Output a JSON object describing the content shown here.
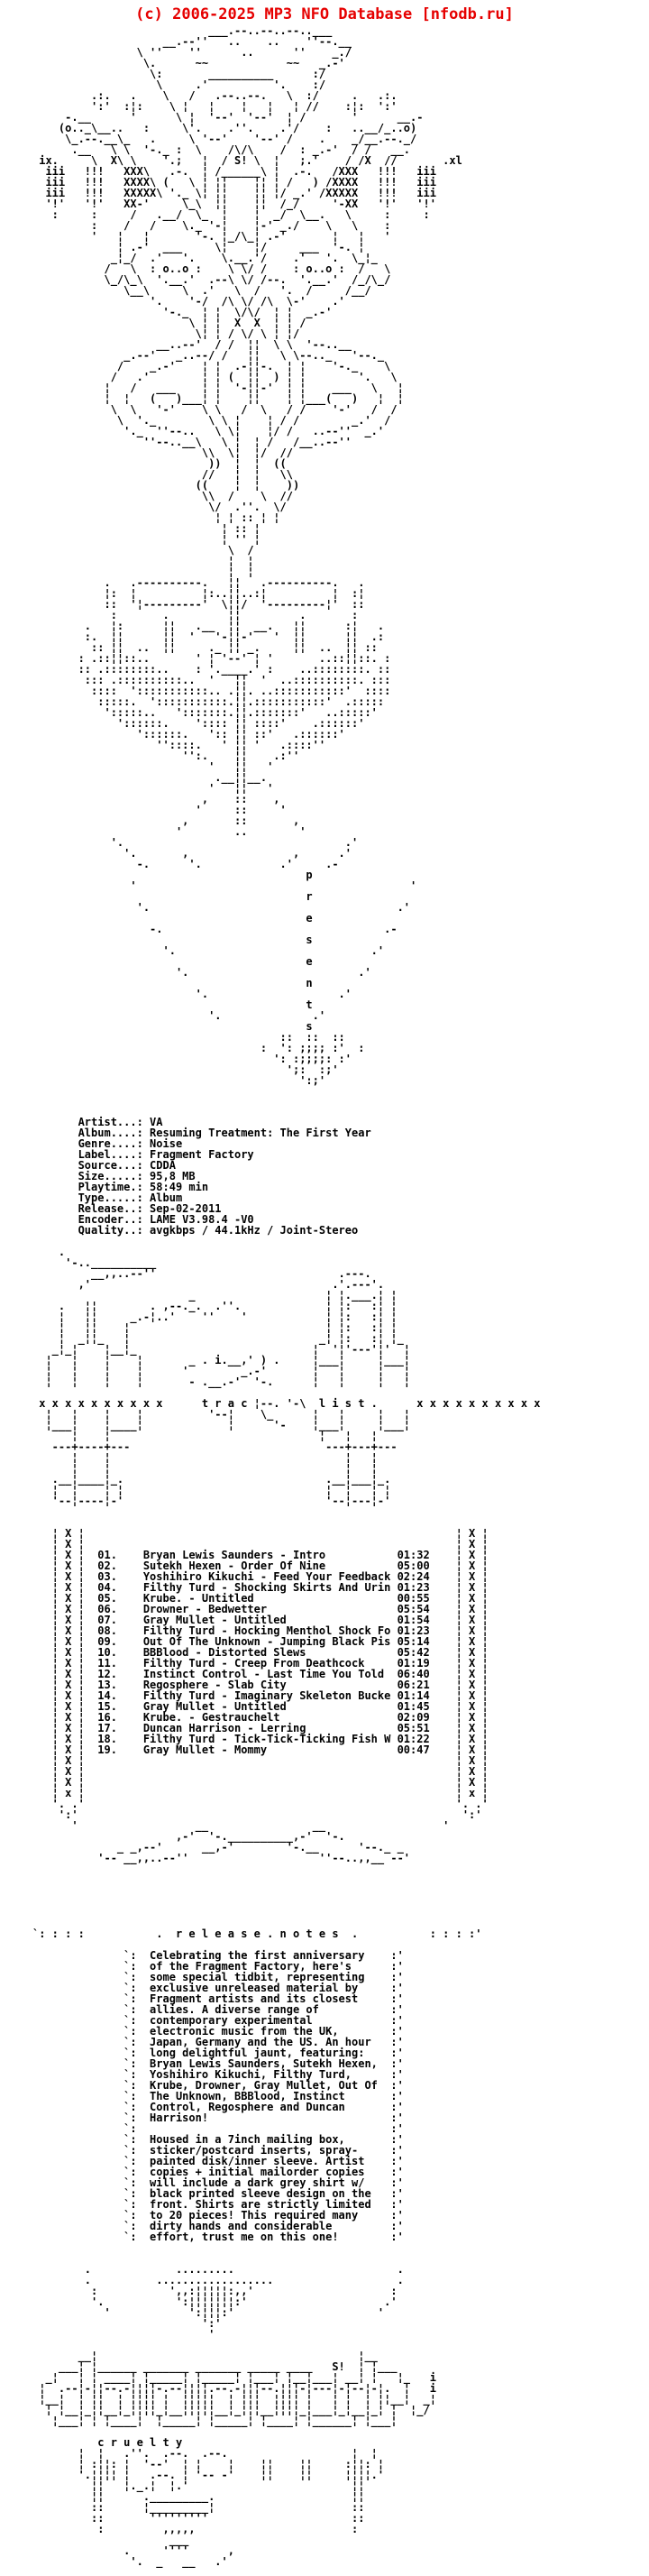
{
  "page": {
    "background": "#ffffff",
    "text_color": "#000000",
    "accent_red": "#e60000"
  },
  "header": {
    "copyright": "(c) 2006-2025 MP3 NFO Database [nfodb.ru]"
  },
  "release_info": {
    "fields": [
      {
        "label": "Artist",
        "value": "VA"
      },
      {
        "label": "Album",
        "value": "Resuming Treatment: The First Year"
      },
      {
        "label": "Genre",
        "value": "Noise"
      },
      {
        "label": "Label",
        "value": "Fragment Factory"
      },
      {
        "label": "Source",
        "value": "CDDA"
      },
      {
        "label": "Size",
        "value": "95,8 MB"
      },
      {
        "label": "Playtime",
        "value": "58:49 min"
      },
      {
        "label": "Type",
        "value": "Album"
      },
      {
        "label": "Release",
        "value": "Sep-02-2011"
      },
      {
        "label": "Encoder",
        "value": "LAME V3.98.4 -V0"
      },
      {
        "label": "Quality",
        "value": "avgkbps / 44.1kHz / Joint-Stereo"
      }
    ]
  },
  "tracklist": {
    "heading_left": "t r a c",
    "heading_right": "l i s t .",
    "x_row": "x x x x x x x x x x",
    "tracks": [
      {
        "num": "01",
        "title": "Bryan Lewis Saunders - Intro",
        "duration": "01:32"
      },
      {
        "num": "02",
        "title": "Sutekh Hexen - Order Of Nine",
        "duration": "05:00"
      },
      {
        "num": "03",
        "title": "Yoshihiro Kikuchi - Feed Your Feedback",
        "duration": "02:24"
      },
      {
        "num": "04",
        "title": "Filthy Turd - Shocking Skirts And Urin",
        "duration": "01:23"
      },
      {
        "num": "05",
        "title": "Krube. - Untitled",
        "duration": "00:55"
      },
      {
        "num": "06",
        "title": "Drowner - Bedwetter",
        "duration": "05:54"
      },
      {
        "num": "07",
        "title": "Gray Mullet - Untitled",
        "duration": "01:54"
      },
      {
        "num": "08",
        "title": "Filthy Turd - Hocking Menthol Shock Fo",
        "duration": "01:23"
      },
      {
        "num": "09",
        "title": "Out Of The Unknown - Jumping Black Pis",
        "duration": "05:14"
      },
      {
        "num": "10",
        "title": "BBBlood - Distorted Slews",
        "duration": "05:42"
      },
      {
        "num": "11",
        "title": "Filthy Turd - Creep From Deathcock",
        "duration": "01:19"
      },
      {
        "num": "12",
        "title": "Instinct Control - Last Time You Told",
        "duration": "06:40"
      },
      {
        "num": "13",
        "title": "Regosphere - Slab City",
        "duration": "06:21"
      },
      {
        "num": "14",
        "title": "Filthy Turd - Imaginary Skeleton Bucke",
        "duration": "01:14"
      },
      {
        "num": "15",
        "title": "Gray Mullet - Untitled",
        "duration": "01:45"
      },
      {
        "num": "16",
        "title": "Krube. - Gestrauchelt",
        "duration": "02:09"
      },
      {
        "num": "17",
        "title": "Duncan Harrison - Lerring",
        "duration": "05:51"
      },
      {
        "num": "18",
        "title": "Filthy Turd - Tick-Tick-Ticking Fish W",
        "duration": "01:22"
      },
      {
        "num": "19",
        "title": "Gray Mullet - Mommy",
        "duration": "00:47"
      }
    ]
  },
  "release_notes": {
    "heading": ".  r e l e a s e . n o t e s  .",
    "paragraphs": [
      [
        "Celebrating the first anniversary",
        "of the Fragment Factory, here's",
        "some special tidbit, representing",
        "exclusive unreleased material by",
        "Fragment artists and its closest",
        "allies. A diverse range of",
        "contemporary experimental",
        "electronic music from the UK,",
        "Japan, Germany and the US. An hour",
        "long delightful jaunt, featuring:",
        "Bryan Lewis Saunders, Sutekh Hexen,",
        "Yoshihiro Kikuchi, Filthy Turd,",
        "Krube, Drowner, Gray Mullet, Out Of",
        "The Unknown, BBBlood, Instinct",
        "Control, Regosphere and Duncan",
        "Harrison!"
      ],
      [
        "Housed in a 7inch mailing box,",
        "sticker/postcard inserts, spray-",
        "painted disk/inner sleeve. Artist",
        "copies + initial mailorder copies",
        "will include a dark grey shirt w/",
        "black printed sleeve design on the",
        "front. Shirts are strictly limited",
        "to 20 pieces! This required many",
        "dirty hands and considerable",
        "effort, trust me on this one!"
      ]
    ]
  },
  "footer": {
    "group_tag": "S!",
    "word": "c r u e l t y"
  },
  "art": {
    "top": [
      "                           ___.--..--..--..___",
      "                    __.--''   ..    ..    ''--.__",
      "                \\ ''    ''      ..      ''    _./",
      "                 \\.      ~~            ~~   _.-'",
      "                  \\:       __________      :/",
      "                   \\     .'          '.    :/",
      "         .:.   .    \\   /   .--..--.   \\  :/     .   .:.",
      "         ':'  :¦:    \\ ¦   ¦    ¦   ¦   ¦ //    :¦:  ':'",
      "     -.__      '      \\ ¦  '--'  '--'  ¦ /       '      __.-",
      "    (o.._\\__..   :     \\'.    .''.    .'/    :   ..__/_..o)",
      "     \\_.--.__\\_   .     \\ '--'    '--' /    .    _/__.--._/",
      "      .__   \\ \\  '-._ :  \\    /\\/\\    /  : _.-'  / /   __.",
      " ix.     \\  X\\ \\    '.;   ¦  / S! \\  ¦   ;.'    / /X  //       .xl",
      "  iii   !!!   XXX\\   .-.  ¦ /______\\ ¦  .-.   /XXX   !!!   iii",
      "  iii   !!!   XXXX\\ (   \\ ¦ ¦¦    ¦¦ ¦ /   ) /XXXX   !!!   iii",
      "  iii   !!!   XXXXX\\ '._ \\¦ ¦¦    ¦¦ ¦/ _.' /XXXXX   !!!   iii",
      "  '!'   '!'   XX-'     \\_\\  ¦¦    ¦¦  /_/     '-XX   '!'   '!'",
      "   :     :     /   .__/  \\_  ¦    ¦  _/  \\__.   \\     :     :",
      "         :    /   /    \\._ '-¦    ¦-' _./    \\   \\    :",
      "         '   ¦   ¦       '-. ¦_/\\_¦ .-'       ¦   ¦   '",
      "             ¦ .-'  ___     \\¦    ¦/     ___  '-. ¦",
      "            _¦_/  .'   '.    \\.__.'/    .'   '.  \\_¦_",
      "           /   \\  : o..o :    \\ \\/ /    : o..o :  /   \\",
      "           \\_/\\_\\  '.__.'  .--\\ \\/ /--.  '.__.'  /_/\\_/",
      "              \\__\\     \\  .'   \\  /   '.  /     /__/",
      "                  '.    '-/  /\\ \\/ /\\  \\-'    .'",
      "                    '-._  ¦ ¦  \\/\\/  ¦ ¦  _.-'",
      "                        \\ ¦ ¦  X  X  ¦ ¦ /",
      "                         \\¦ ¦ / \\/ \\ ¦ ¦/",
      "                   __..--'  / /  ¦¦  \\ \\  '--..__",
      "              _.--'   _..--/ /   ¦¦   \\ \\--.._   '--._",
      "             /    _.-'    ¦ ¦  .-¦¦-.  ¦ ¦    '-._    \\",
      "            /   .'        ¦ ¦ (  ¦¦  ) ¦ ¦        '.   \\",
      "           ¦   /   ___    ¦ ¦  '-¦¦-'  ¦ ¦    ___   \\   ¦",
      "           ¦  ¦   (   )___¦ ¦    ¦¦    ¦ ¦___(   )   ¦  ¦",
      "            \\  \\   '-'    \\ \\   /  \\   / /    '-'   /  /",
      "             \\  '._        \\ \\ ¦    ¦ / /        _.'  /",
      "              '._  ''--..   \\ \\¦    ¦/ /   ..--''  _.'",
      "                 ''--..__\\   \\ ¦  ¦ /   /__..--''",
      "                          \\\\  \\¦  ¦/  //",
      "                           ))  ¦  ¦  ((",
      "                          //   ¦  ¦   \\\\",
      "                         ((    ¦  ¦    ))",
      "                          \\\\  /    \\  //",
      "                           \\/  .''.  \\/",
      "                            ¦ ¦ :: ¦ ¦",
      "                             ¦ :: ¦",
      "                             ¦ '' ¦",
      "                              \\  /",
      "                              ¦  ¦",
      "                              ¦  ¦",
      "           .   .----------.   ¦¦   .----------.   .",
      "           ¦:  ¦          ¦:..¦¦..:¦          ¦  :¦",
      "           ::  '¦---------'  \\¦¦/  '---------¦'  ::",
      "            :       .         ¦¦         .       :",
      "        .   ¦:      ¦¦   .__  ¦¦  __.   ¦¦      :¦   .",
      "        :.  ¦¦      ¦¦  '   '-¦¦-'   '  ¦¦      ¦¦  .:",
      "         :: ¦¦  ..  ¦¦     ._ ¦¦ _.     ¦¦  ..  ¦¦ ::",
      "       : .::¦¦::..       ' ¦ '--' ¦ '       ..::¦¦::. :",
      "       :: .::::::::..    : '.____.' :    ..::::::::. ::",
      "        ::: .::::::::::..  '   ¦¦  '  ..::::::::::. :::",
      "         ::::  ':::::::::::.. .¦¦. ..:::::::::::'  ::::",
      "          :::::.  ':::::::::::.¦¦.:::::::::::'  .:::::",
      "           ':::::..   ':::::::.¦¦.:::::::'   ..:::::'",
      "             '::::::.    ':::: ¦¦ ::::'    .::::::'",
      "                '::::::.   ':: ¦¦ ::'   .::::::'",
      "                   ''::::.   ' ¦¦ '   .::::''",
      "                       '':.    ¦¦    .:''",
      "                           '   ¦¦   '",
      "                            .__¦¦__.",
      "                           '   ¦¦   '",
      "                          ,    ::    ,",
      "                         '     ::     '",
      "                       ,       ::       ,",
      "                      '        ..        '",
      "            '.                                  .'",
      "              '.       ,                ,      .'",
      "                -.      '.            .'     .-",
      "                                          p",
      "               '                                          '",
      "                                          r",
      "                '.                                      .'",
      "                                          e",
      "                  -.                                  .-",
      "                                          s",
      "                    '.                              .'",
      "                                          e",
      "                      '.                          .'",
      "                                          n",
      "                         '.                    .'",
      "                                          t",
      "                           '.              .'",
      "                                          s",
      "                                      ::  ::  ::",
      "                                   :  ': ;;;; :'  :",
      "                                     ': :;;;;: :'",
      "                                       ';:  :;'",
      "                                         ':;'"
    ],
    "tracklist_top_a": [
      "    .",
      "     '-..__________",
      "         __,,..--''                            .---.",
      "       ,'                                     .'.---'.",
      "                        _                    ¦ ¦.___.¦ ¦",
      "    .   ¦¦        . ,--._.  .''.             ¦ ¦:   :¦ ¦",
      "    ¦   ¦¦     _.-¦..'    ''    '            ¦ ¦:   :¦ ¦",
      "    ¦   ¦¦    ¦                              ¦ ¦:   :¦ ¦",
      "    ¦  _¦¦_   ¦                             _¦ ¦:   :¦ ¦_",
      "   _¦_¦    ¦__¦_                           ¦  '¦'---'¦'  ¦",
      "  ¦   ¦    ¦    ¦       _ . i.__,' ) .     ¦___¦     ¦___¦",
      "  ¦   ¦    ¦    ¦      '        _.-'       ¦   ¦     ¦   ¦",
      "  ¦   ¦    ¦    ¦       - .__.-'  '-.      ¦   ¦     ¦   ¦",
      ""
    ],
    "tracklist_top_b": [
      "  ¦   ¦    ¦    ¦          '--¦    \\_      ¦   ¦     ¦   ¦",
      "  ¦___¦    ¦____¦             ¦      '-    ¦___¦     ¦___¦",
      "      ¦    ¦                                ¦   ¦   ¦",
      "   ---+----+---                              ---+---+---",
      "      ¦    ¦                                    ¦   ¦",
      "      ¦    ¦                                    ¦   ¦",
      "   .__¦____¦_.                               .__¦___¦_.",
      "   ¦  ¦    ¦ ¦                               ¦  ¦   ¦ ¦",
      "   '--¦----¦-'                               '--¦---¦-'",
      "",
      ""
    ],
    "tracklist_bottom": [
      "      '                  __                __                  '",
      "                      ,-'  '-.__________,-'  '-.",
      "             _ _,--'      __,-'        '-.__      '--._ _",
      "          '-- __,,..--''                    ''--..,,__ --'",
      "",
      "",
      "",
      ""
    ],
    "bottom": [
      "        .             .........                         .",
      "        .          ..................                   .",
      "         :           ',,:¦¦¦¦¦:,,'                     :",
      "         '.           ':¦¦¦¦¦¦¦:'                     .'",
      "           '            ':¦¦¦:'                      '",
      "                          ':'",
      "                           '",
      "",
      "       __¦                                        ¦__",
      "    ___¦ ¦______ _______ _______ _____ ____   S!  ¦ ¦___",
      "  _¦   ¦ ¦ ____¦ ¦_____¦ ¦_____¦ ¦___¦ ¦__¦___¦ __¦ ¦   ¦_   i",
      " ¦  .--¦-¦¦--.-¦¦¦¦-.--¦¦¦¦.--.-¦¦¦--.¦¦¦-¦---¦-¦--¦-¦.  ¦   i",
      " ¦__¦  ¦ ¦¦  ¦ ¦¦¦¦ ¦  ¦¦¦¦¦  ¦ ¦¦¦  ¦¦¦¦ ¦   ¦ ¦  ¦ ¦¦__¦  _¦",
      "  ¦ ¦__¦_¦¦__¦_¦¦¦¦_¦__¦¦¦¦¦__¦_¦¦¦__¦¦¦¦_¦___¦_¦__¦_¦ ¦  ¦_/",
      "   ¦___¦ ¦ ¦____¦  ¦_____¦ ¦_____¦ ¦____¦ ¦______¦ ¦___¦",
      "",
      "          c r u e l t y",
      "       ¦  ¦   .''.  .--.  .--.                   ¦  ¦",
      "       ¦ :¦¦: ¦  '--'  ¦ ¦    ¦    ¦¦    ¦¦     :¦¦: ¦",
      "       '.¦¦¦¦ ¦   .--. ¦ '-- -'    ¦¦    ¦¦     ¦¦¦¦.'",
      "         ¦¦   ¦._.¦  ¦.'                         ¦¦",
      "         ¦¦      ._________.                     ¦¦",
      "         ::      ¦_________¦                     ::",
      "         ::       '''''''''                      ::",
      "          :         ,,,,,                        :",
      "                     ___",
      "              .     ''''      ,",
      "               '.  _   __   .'"
    ]
  }
}
